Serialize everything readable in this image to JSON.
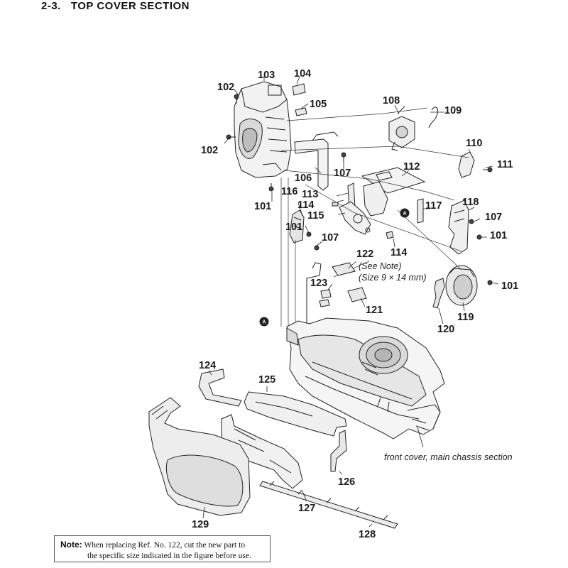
{
  "header": {
    "section_no": "2-3.",
    "title": "TOP COVER SECTION"
  },
  "labels": {
    "p101": "101",
    "p102": "102",
    "p103": "103",
    "p104": "104",
    "p105": "105",
    "p106": "106",
    "p107": "107",
    "p108": "108",
    "p109": "109",
    "p110": "110",
    "p111": "111",
    "p112": "112",
    "p113": "113",
    "p114": "114",
    "p115": "115",
    "p116": "116",
    "p117": "117",
    "p118": "118",
    "p119": "119",
    "p120": "120",
    "p121": "121",
    "p122": "122",
    "p123": "123",
    "p124": "124",
    "p125": "125",
    "p126": "126",
    "p127": "127",
    "p128": "128",
    "p129": "129"
  },
  "marker": "A",
  "see_note": "(See Note)",
  "size_note": "(Size 9 × 14 mm)",
  "caption": "front cover, main chassis section",
  "note": {
    "heading": "Note:",
    "line1": "When replacing Ref. No. 122, cut the new part to",
    "line2": "the specific size indicated in the figure before use."
  }
}
